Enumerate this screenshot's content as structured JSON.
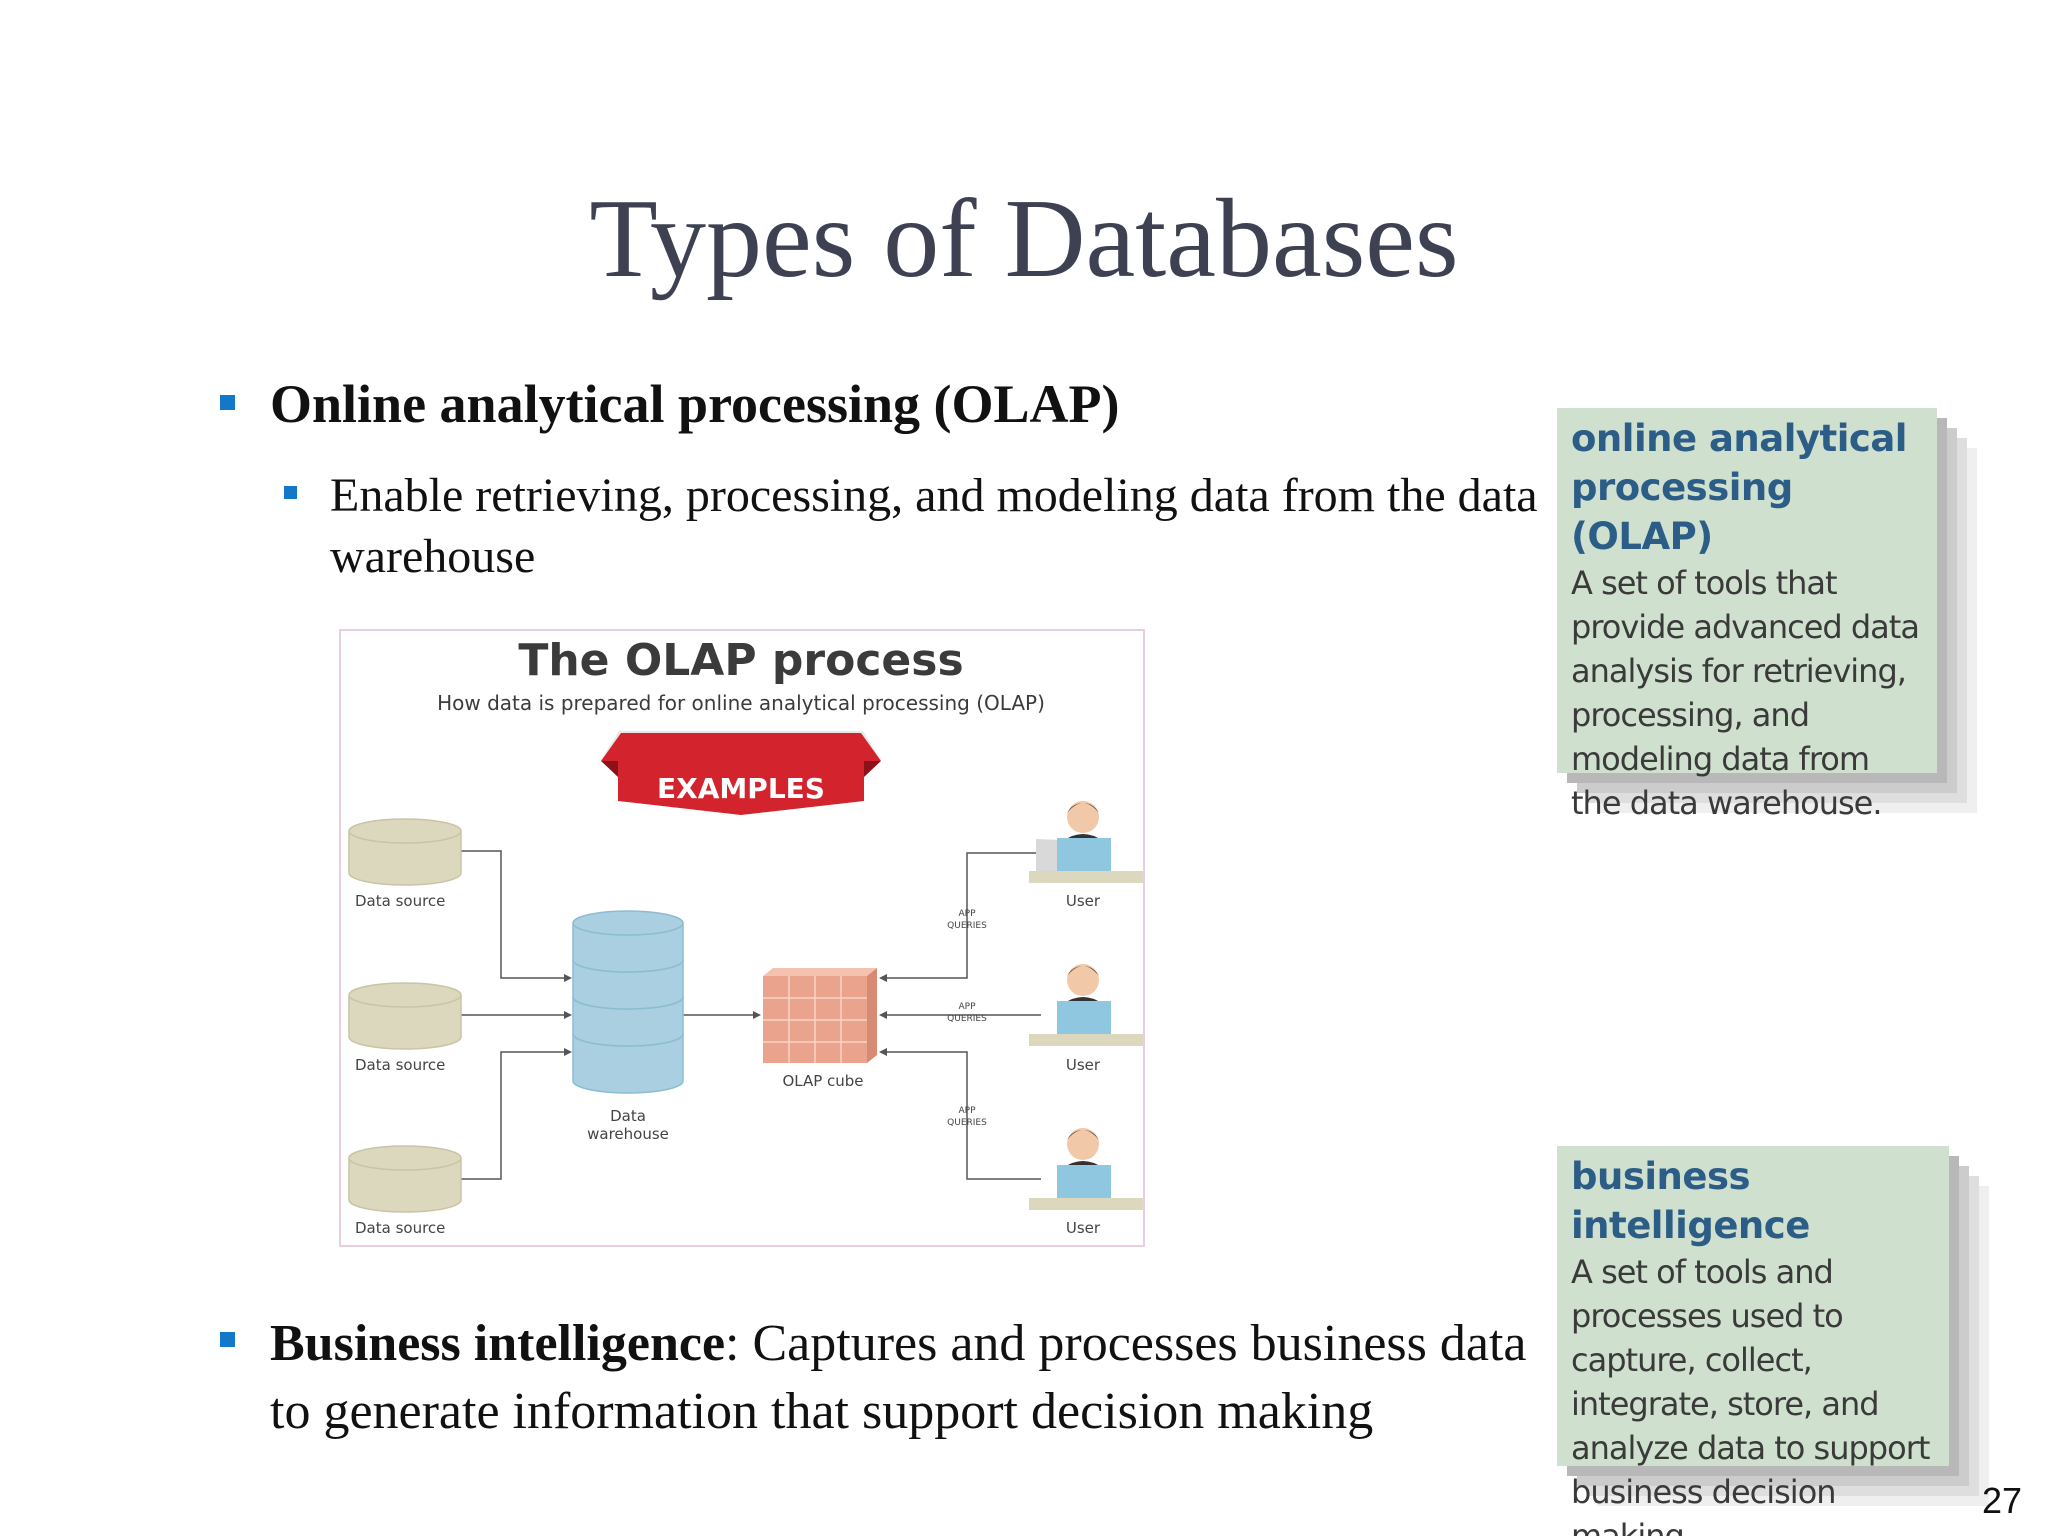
{
  "slide": {
    "title": "Types of Databases",
    "page_number": "27"
  },
  "bullets": {
    "olap_heading": "Online analytical processing (OLAP)",
    "olap_sub": "Enable retrieving, processing, and modeling data from the data warehouse",
    "bi_term": "Business intelligence",
    "bi_text": ": Captures and processes business data to generate information that support decision making"
  },
  "figure": {
    "title": "The OLAP process",
    "subtitle": "How data is prepared for online analytical processing (OLAP)",
    "banner": "EXAMPLES",
    "data_source_1": "Data source",
    "data_source_2": "Data source",
    "data_source_3": "Data source",
    "warehouse_line1": "Data",
    "warehouse_line2": "warehouse",
    "cube": "OLAP cube",
    "query_a1": "APP",
    "query_a2": "QUERIES",
    "query_b1": "APP",
    "query_b2": "QUERIES",
    "query_c1": "APP",
    "query_c2": "QUERIES",
    "user_1": "User",
    "user_2": "User",
    "user_3": "User",
    "colors": {
      "source": "#dcd8bd",
      "warehouse": "#a9cfe0",
      "cube": "#eaa48d",
      "banner": "#d3232c",
      "screen": "#8fc7e0"
    }
  },
  "definitions": {
    "olap_term": "online analytical processing (OLAP)",
    "olap_def": "A set of tools that provide advanced data analysis for retrieving, processing, and modeling data from the data warehouse.",
    "bi_term": "business intelligence",
    "bi_def": "A set of tools and processes used to capture, collect, integrate, store, and analyze data to support business decision making."
  }
}
